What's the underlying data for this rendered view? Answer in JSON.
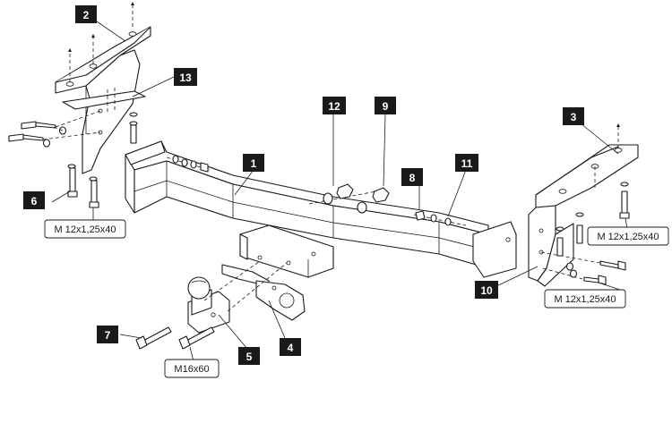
{
  "callouts": [
    {
      "id": "part-1",
      "label": "1"
    },
    {
      "id": "part-2",
      "label": "2"
    },
    {
      "id": "part-3",
      "label": "3"
    },
    {
      "id": "part-4",
      "label": "4"
    },
    {
      "id": "part-5",
      "label": "5"
    },
    {
      "id": "part-6",
      "label": "6"
    },
    {
      "id": "part-7",
      "label": "7"
    },
    {
      "id": "part-8",
      "label": "8"
    },
    {
      "id": "part-9",
      "label": "9"
    },
    {
      "id": "part-10",
      "label": "10"
    },
    {
      "id": "part-11",
      "label": "11"
    },
    {
      "id": "part-12",
      "label": "12"
    },
    {
      "id": "part-13",
      "label": "13"
    }
  ],
  "specs": {
    "bolt_left": "M 12x1,25x40",
    "bolt_right_upper": "M 12x1,25x40",
    "bolt_right_lower": "M 12x1,25x40",
    "ball_bolt": "M16x60"
  }
}
